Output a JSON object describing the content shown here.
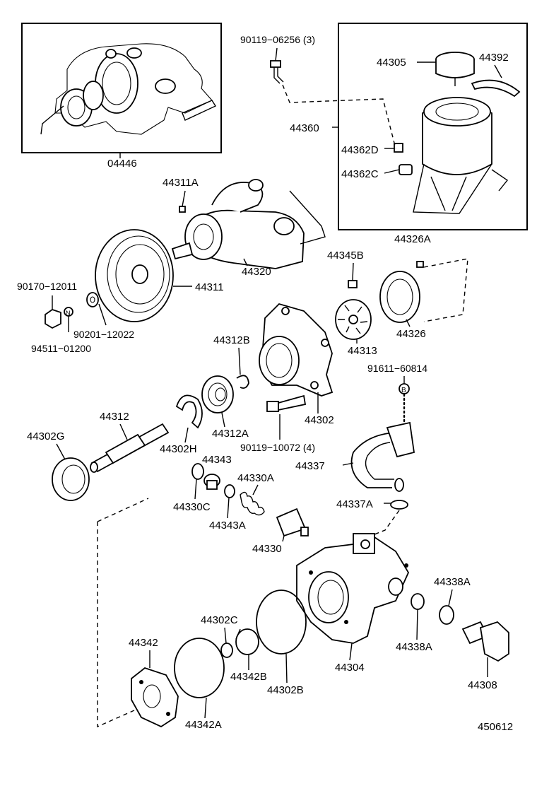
{
  "diagram": {
    "figure_id": "450612",
    "labels": {
      "p04446": "04446",
      "p90119_06256": "90119−06256 (3)",
      "p44305": "44305",
      "p44392": "44392",
      "p44360": "44360",
      "p44362D": "44362D",
      "p44362C": "44362C",
      "p44311A": "44311A",
      "p44320": "44320",
      "p44326A": "44326A",
      "p44345B": "44345B",
      "p90170": "90170−12011",
      "p44311": "44311",
      "p90201": "90201−12022",
      "p94511": "94511−01200",
      "p44312B": "44312B",
      "p44313": "44313",
      "p44326": "44326",
      "p91611": "91611−60814",
      "p44312": "44312",
      "p44312A": "44312A",
      "p44302": "44302",
      "p44302G": "44302G",
      "p44302H": "44302H",
      "p90119_10072": "90119−10072 (4)",
      "p44343": "44343",
      "p44330A": "44330A",
      "p44337": "44337",
      "p44330C": "44330C",
      "p44343A": "44343A",
      "p44337A": "44337A",
      "p44330": "44330",
      "p44338A_top": "44338A",
      "p44302C": "44302C",
      "p44342": "44342",
      "p44342B": "44342B",
      "p44302B": "44302B",
      "p44304": "44304",
      "p44338A_bottom": "44338A",
      "p44308": "44308",
      "p44342A": "44342A"
    },
    "markers": {
      "nut_marker": "N",
      "bolt_marker": "B"
    }
  }
}
